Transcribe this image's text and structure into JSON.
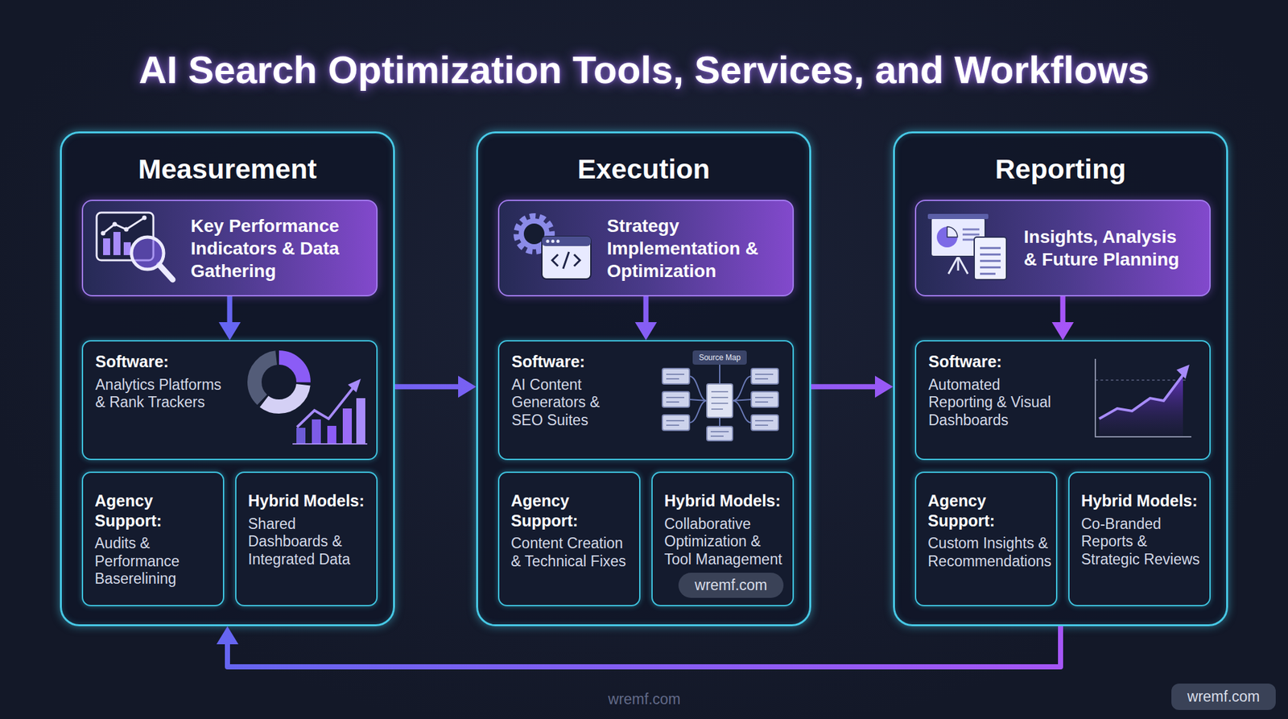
{
  "diagram": {
    "title": "AI Search Optimization Tools, Services, and Workflows",
    "nodes": [
      {
        "text": [
          "Measurement"
        ]
      },
      {
        "text": [
          "Key Performance Indicators & Data Gathering"
        ],
        "in": 0
      },
      {
        "text": [
          "Software:",
          "Analytics Platforms & Rank Trackers"
        ],
        "in": 0
      },
      {
        "text": [
          "Agency Support:",
          "Audits & Performance Baserelining"
        ],
        "in": 0
      },
      {
        "text": [
          "Hybrid Models:",
          "Shared Dashboards & Integrated Data"
        ],
        "in": 0
      },
      {
        "text": [
          "Execution"
        ]
      },
      {
        "text": [
          "Strategy Implementation & Optimization"
        ],
        "in": 5
      },
      {
        "text": [
          "Software:",
          "AI Content Generators & SEO Suites"
        ],
        "in": 5
      },
      {
        "text": [
          "Agency Support:",
          "Content Creation & Technical Fixes"
        ],
        "in": 5
      },
      {
        "text": [
          "Hybrid Models:",
          "Collaborative Optimization & Tool Management"
        ],
        "in": 5
      },
      {
        "text": [
          "Reporting"
        ]
      },
      {
        "text": [
          "Insights, Analysis & Future Planning"
        ],
        "in": 10
      },
      {
        "text": [
          "Software:",
          "Automated Reporting & Visual Dashboards"
        ],
        "in": 10
      },
      {
        "text": [
          "Agency Support:",
          "Custom Insights & Recommendations"
        ],
        "in": 10
      },
      {
        "text": [
          "Hybrid Models:",
          "Co-Branded Reports & Strategic Reviews"
        ],
        "in": 10
      }
    ],
    "edges": [
      {
        "from": 1,
        "to": 2,
        "arrow": "to"
      },
      {
        "from": 6,
        "to": 7,
        "arrow": "to"
      },
      {
        "from": 11,
        "to": 12,
        "arrow": "to"
      },
      {
        "from": 0,
        "to": 5,
        "arrow": "to"
      },
      {
        "from": 5,
        "to": 10,
        "arrow": "to"
      },
      {
        "from": 10,
        "to": 0,
        "arrow": "to"
      }
    ],
    "labels": [
      "Source Map",
      "wremf.com",
      "wremf.com",
      "wremf.com"
    ]
  }
}
